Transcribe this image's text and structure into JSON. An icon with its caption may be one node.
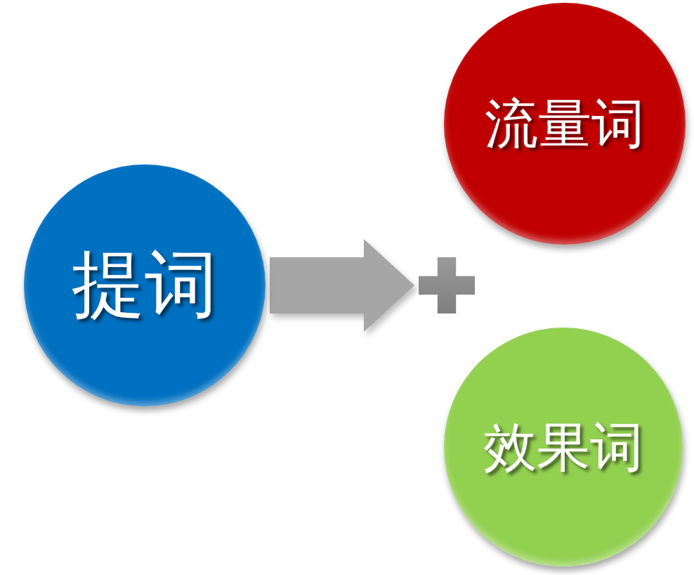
{
  "diagram": {
    "nodes": [
      {
        "text": [
          "提词"
        ]
      },
      {
        "text": [],
        "shape": "plus"
      },
      {
        "text": [
          "流量词"
        ]
      },
      {
        "text": [
          "效果词"
        ]
      }
    ],
    "edges": [
      {
        "from": 0,
        "to": 1,
        "arrow": "to"
      }
    ]
  }
}
